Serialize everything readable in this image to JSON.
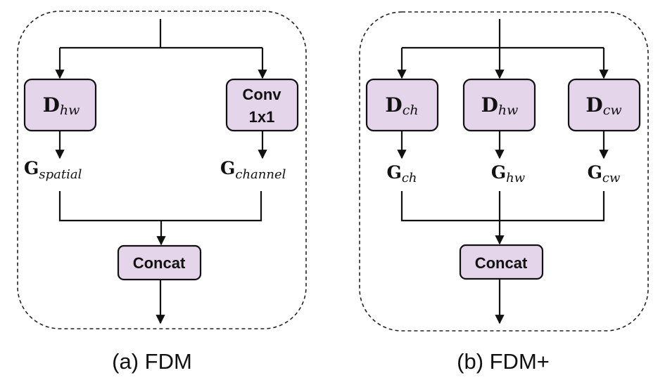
{
  "panel_a": {
    "caption": "(a) FDM",
    "box_d_main": "D",
    "box_d_sub": "hw",
    "box_conv_line1": "Conv",
    "box_conv_line2": "1x1",
    "g_spatial_main": "G",
    "g_spatial_sub": "spatial",
    "g_channel_main": "G",
    "g_channel_sub": "channel",
    "concat_label": "Concat"
  },
  "panel_b": {
    "caption": "(b) FDM+",
    "box_ch_main": "D",
    "box_ch_sub": "ch",
    "box_hw_main": "D",
    "box_hw_sub": "hw",
    "box_cw_main": "D",
    "box_cw_sub": "cw",
    "g_ch_main": "G",
    "g_ch_sub": "ch",
    "g_hw_main": "G",
    "g_hw_sub": "hw",
    "g_cw_main": "G",
    "g_cw_sub": "cw",
    "concat_label": "Concat"
  },
  "colors": {
    "box_fill": "#e5d5ea",
    "stroke": "#111111"
  }
}
